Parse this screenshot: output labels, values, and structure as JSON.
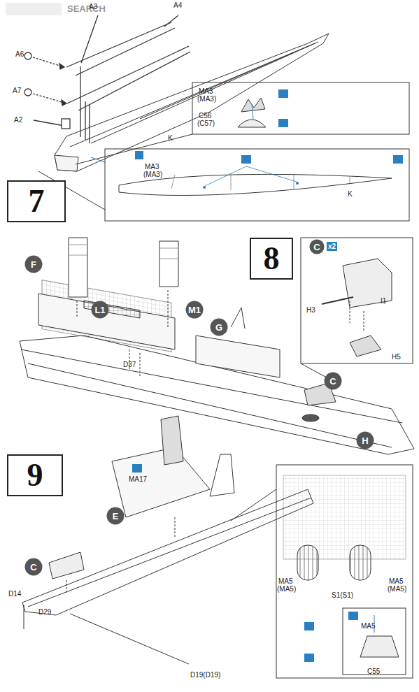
{
  "diagram": {
    "nodes": [
      {
        "text": [
          "7"
        ]
      },
      {
        "text": [
          "8"
        ]
      },
      {
        "text": [
          "F"
        ]
      },
      {
        "text": [
          "L1"
        ]
      },
      {
        "text": [
          "M1"
        ]
      },
      {
        "text": [
          "C"
        ]
      },
      {
        "text": [
          "G"
        ]
      },
      {
        "text": [
          "C"
        ]
      },
      {
        "text": [
          "H"
        ]
      },
      {
        "text": [
          "9"
        ]
      },
      {
        "text": [
          "E"
        ]
      },
      {
        "text": [
          "C"
        ]
      }
    ],
    "labels": [
      "SEARCH",
      "A3",
      "A4",
      "A6",
      "A7",
      "A2",
      "K",
      "MA3",
      "(MA3)",
      "MA3",
      "(MA3)",
      "C56",
      "(C57)",
      "K",
      "D37",
      "H3",
      "I1",
      "H5",
      "x2",
      "MA17",
      "D14",
      "D29",
      "D19(D19)",
      "MA5",
      "(MA5)",
      "S1(S1)",
      "MA5",
      "(MA5)",
      "MA5",
      "C55"
    ]
  }
}
